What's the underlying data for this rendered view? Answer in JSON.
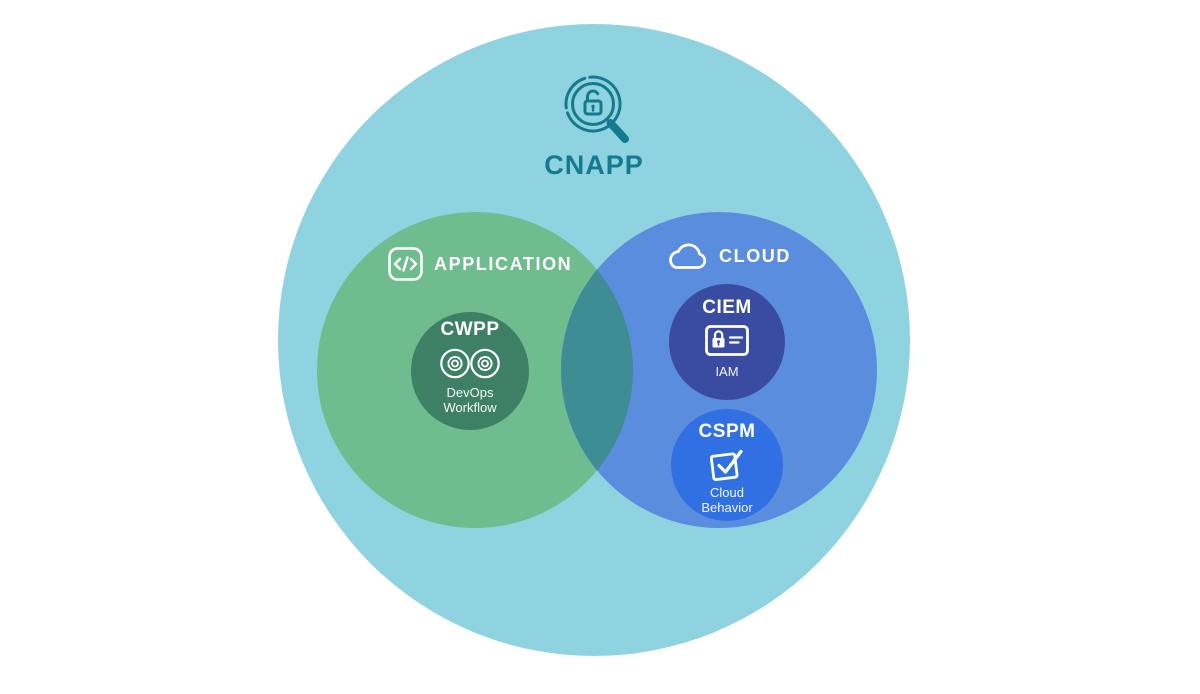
{
  "title": {
    "label": "CNAPP",
    "icon": "magnifier-lock-icon"
  },
  "colors": {
    "background": "#FFFFFF",
    "cnapp_circle": "#8FD3E0",
    "cnapp_text": "#147A8E",
    "application_circle": "#6FBC8F",
    "cloud_circle": "#5B8DDE",
    "overlap_lens": "#3E8D95",
    "cwpp_circle": "#3E8066",
    "ciem_circle": "#394CA1",
    "cspm_circle": "#3170E2",
    "label_text": "#FFFFFF"
  },
  "sets": {
    "application": {
      "label": "APPLICATION",
      "icon": "code-icon"
    },
    "cloud": {
      "label": "CLOUD",
      "icon": "cloud-icon"
    }
  },
  "nodes": {
    "cwpp": {
      "label": "CWPP",
      "icon": "devops-infinity-icon",
      "sublabel_line1": "DevOps",
      "sublabel_line2": "Workflow"
    },
    "ciem": {
      "label": "CIEM",
      "icon": "id-card-lock-icon",
      "sublabel": "IAM"
    },
    "cspm": {
      "label": "CSPM",
      "icon": "check-square-icon",
      "sublabel_line1": "Cloud",
      "sublabel_line2": "Behavior"
    }
  }
}
